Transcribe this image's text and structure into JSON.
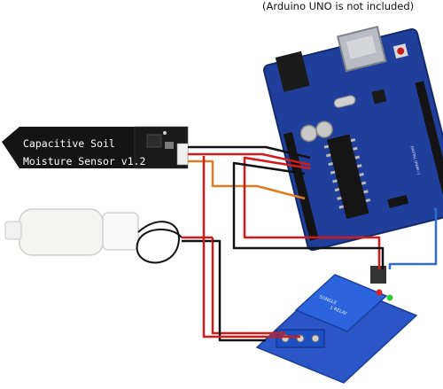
{
  "caption": "(Arduino UNO is not included)",
  "sensor": {
    "line1": "Capacitive Soil",
    "line2": "Moisture Sensor v1.2"
  },
  "relay": {
    "brand": "SONGLE",
    "label": "1 RELAY"
  },
  "arduino": {
    "digital_label": "DIGITAL (PWM~)"
  },
  "colors": {
    "board_blue": "#1f3f9a",
    "sensor_black": "#141414",
    "relay_blue": "#2a56c8",
    "wire_red": "#d11b1b",
    "wire_black": "#111111",
    "wire_orange": "#e07b22",
    "wire_blue": "#2e6bd1"
  }
}
